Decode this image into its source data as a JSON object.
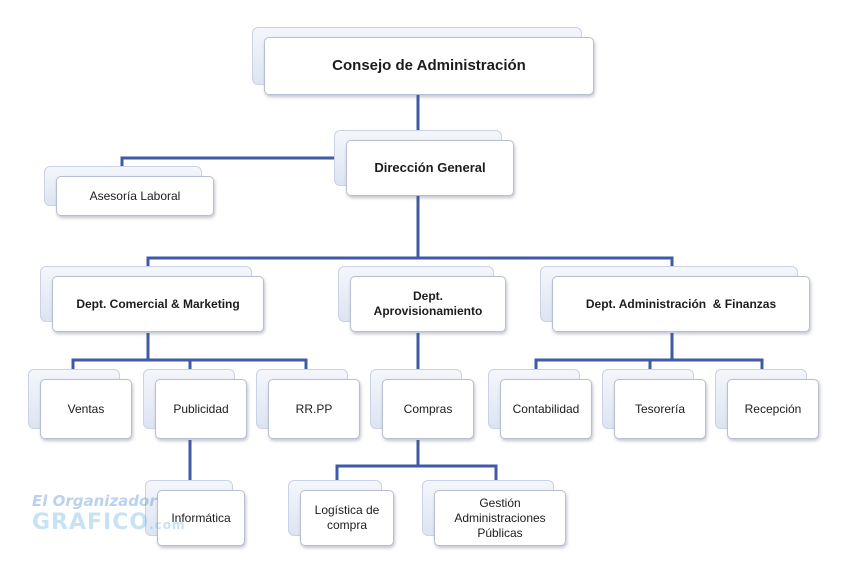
{
  "diagram": {
    "consejo": "Consejo de Administración",
    "direccion": "Dirección General",
    "asesoria": "Asesoría Laboral",
    "dept_comercial": "Dept. Comercial & Marketing",
    "dept_aprov_line1": "Dept.",
    "dept_aprov_line2": "Aprovisionamiento",
    "dept_admin": "Dept. Administración  & Finanzas",
    "ventas": "Ventas",
    "publicidad": "Publicidad",
    "rrpp": "RR.PP",
    "compras": "Compras",
    "contabilidad": "Contabilidad",
    "tesoreria": "Tesorería",
    "recepcion": "Recepción",
    "informatica": "Informática",
    "logistica_line1": "Logística de",
    "logistica_line2": "compra",
    "gestion_line1": "Gestión",
    "gestion_line2": "Administraciones",
    "gestion_line3": "Públicas"
  },
  "watermark": {
    "line1": "El Organizador",
    "line2": "GRAFICO",
    "line2_suffix": ".com"
  },
  "colors": {
    "connector": "#3f5ba8",
    "card_border": "#b8c0d0"
  }
}
